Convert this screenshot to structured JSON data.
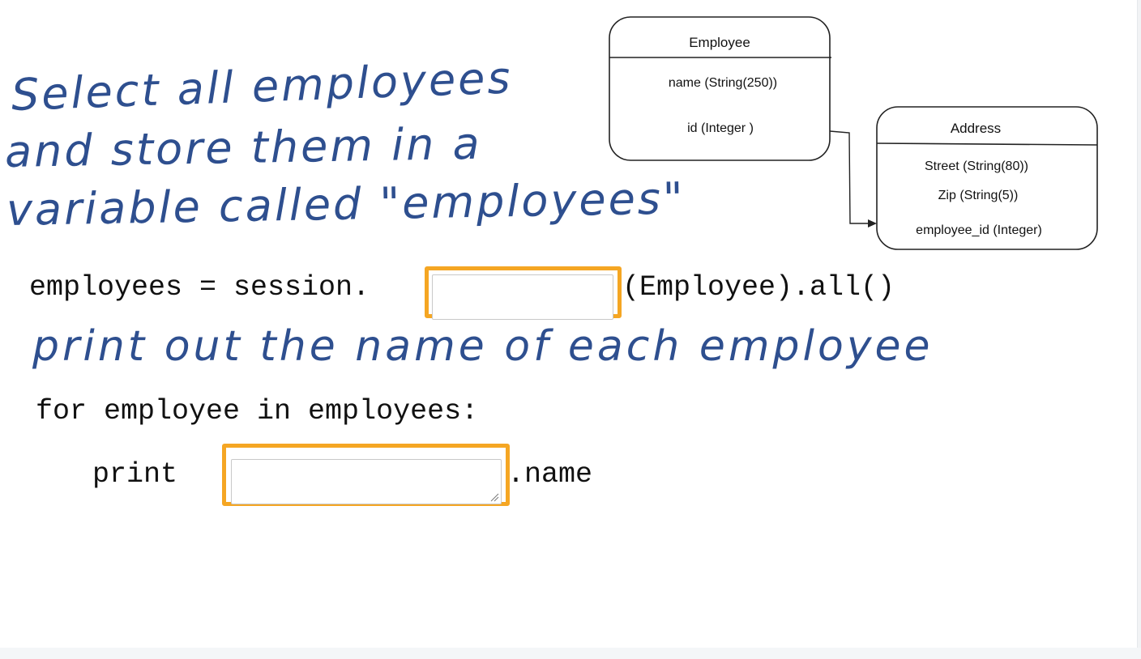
{
  "instructions": {
    "line1": "Select all employees",
    "line2": "and store  them in a",
    "line3": "variable called \"employees\"",
    "line4": "print out the name of each employee"
  },
  "code": {
    "line1_prefix": "employees = session.",
    "line1_suffix": "(Employee).all()",
    "line2": "for employee in employees:",
    "line3_prefix": "print",
    "line3_suffix": ".name"
  },
  "blanks": {
    "blank1_value": "",
    "blank2_value": ""
  },
  "diagram": {
    "employee": {
      "title": "Employee",
      "field1": "name (String(250))",
      "field2": "id (Integer )"
    },
    "address": {
      "title": "Address",
      "field1": "Street (String(80))",
      "field2": "Zip (String(5))",
      "field3": "employee_id (Integer)"
    }
  },
  "colors": {
    "handwriting": "#2e4f8f",
    "blank_border": "#f5a623"
  }
}
